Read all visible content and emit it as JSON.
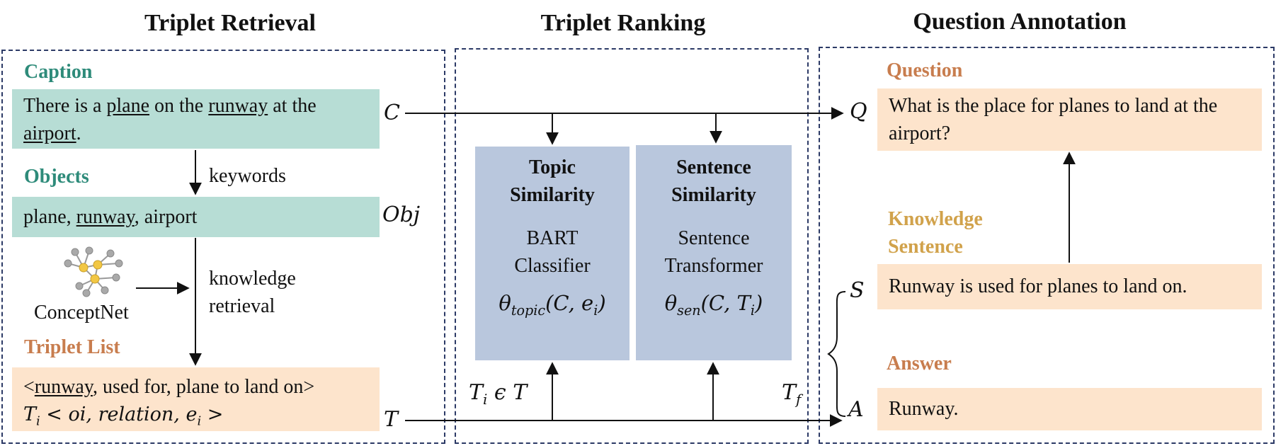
{
  "titles": {
    "retrieval": "Triplet Retrieval",
    "ranking": "Triplet Ranking",
    "annotation": "Question Annotation"
  },
  "retrieval": {
    "caption_label": "Caption",
    "caption_text": {
      "p1": "There is a ",
      "w1": "plane",
      "p2": " on the ",
      "w2": "runway",
      "p3": " at the ",
      "w3": "airport",
      "p4": "."
    },
    "objects_label": "Objects",
    "keywords_label": "keywords",
    "objects_text": {
      "p1": "plane, ",
      "w1": "runway",
      "p2": ", airport"
    },
    "conceptnet_label": "ConceptNet",
    "knowledge_label_1": "knowledge",
    "knowledge_label_2": "retrieval",
    "triplet_list_label": "Triplet List",
    "triplet_text": {
      "p1": "<",
      "w1": "runway",
      "p2": ", used for, plane to land on>"
    },
    "triplet_formula": {
      "t": "T",
      "sub": "i",
      "rest": " < oi, relation, e",
      "sub2": "i",
      "end": " >"
    }
  },
  "symbols": {
    "C": "C",
    "Obj": "Obj",
    "T": "T",
    "Q": "Q",
    "S": "S",
    "A": "A",
    "Ti_in_T": {
      "t": "T",
      "sub": "i",
      "rest": " ϵ T"
    },
    "Tf": {
      "t": "T",
      "sub": "f"
    }
  },
  "ranking": {
    "topic": {
      "title1": "Topic",
      "title2": "Similarity",
      "model1": "BART",
      "model2": "Classifier",
      "formula": {
        "theta": "θ",
        "sub": "topic",
        "args": "(C, e",
        "sub2": "i",
        "close": ")"
      }
    },
    "sentence": {
      "title1": "Sentence",
      "title2": "Similarity",
      "model1": "Sentence",
      "model2": "Transformer",
      "formula": {
        "theta": "θ",
        "sub": "sen",
        "args": "(C, T",
        "sub2": "i",
        "close": ")"
      }
    }
  },
  "annotation": {
    "question_label": "Question",
    "question_text": "What is the place for planes to land at the airport?",
    "knowledge_label_1": "Knowledge",
    "knowledge_label_2": "Sentence",
    "knowledge_text": "Runway is used for planes to land on.",
    "answer_label": "Answer",
    "answer_text": "Runway."
  },
  "colors": {
    "teal_label": "#2e8b7a",
    "teal_box": "#b7ddd5",
    "peach_box": "#fde4cc",
    "orange_label": "#c87d4e",
    "gold_label": "#d1a24b",
    "blue_box": "#b9c7dd",
    "panel_border": "#2c3a66"
  }
}
